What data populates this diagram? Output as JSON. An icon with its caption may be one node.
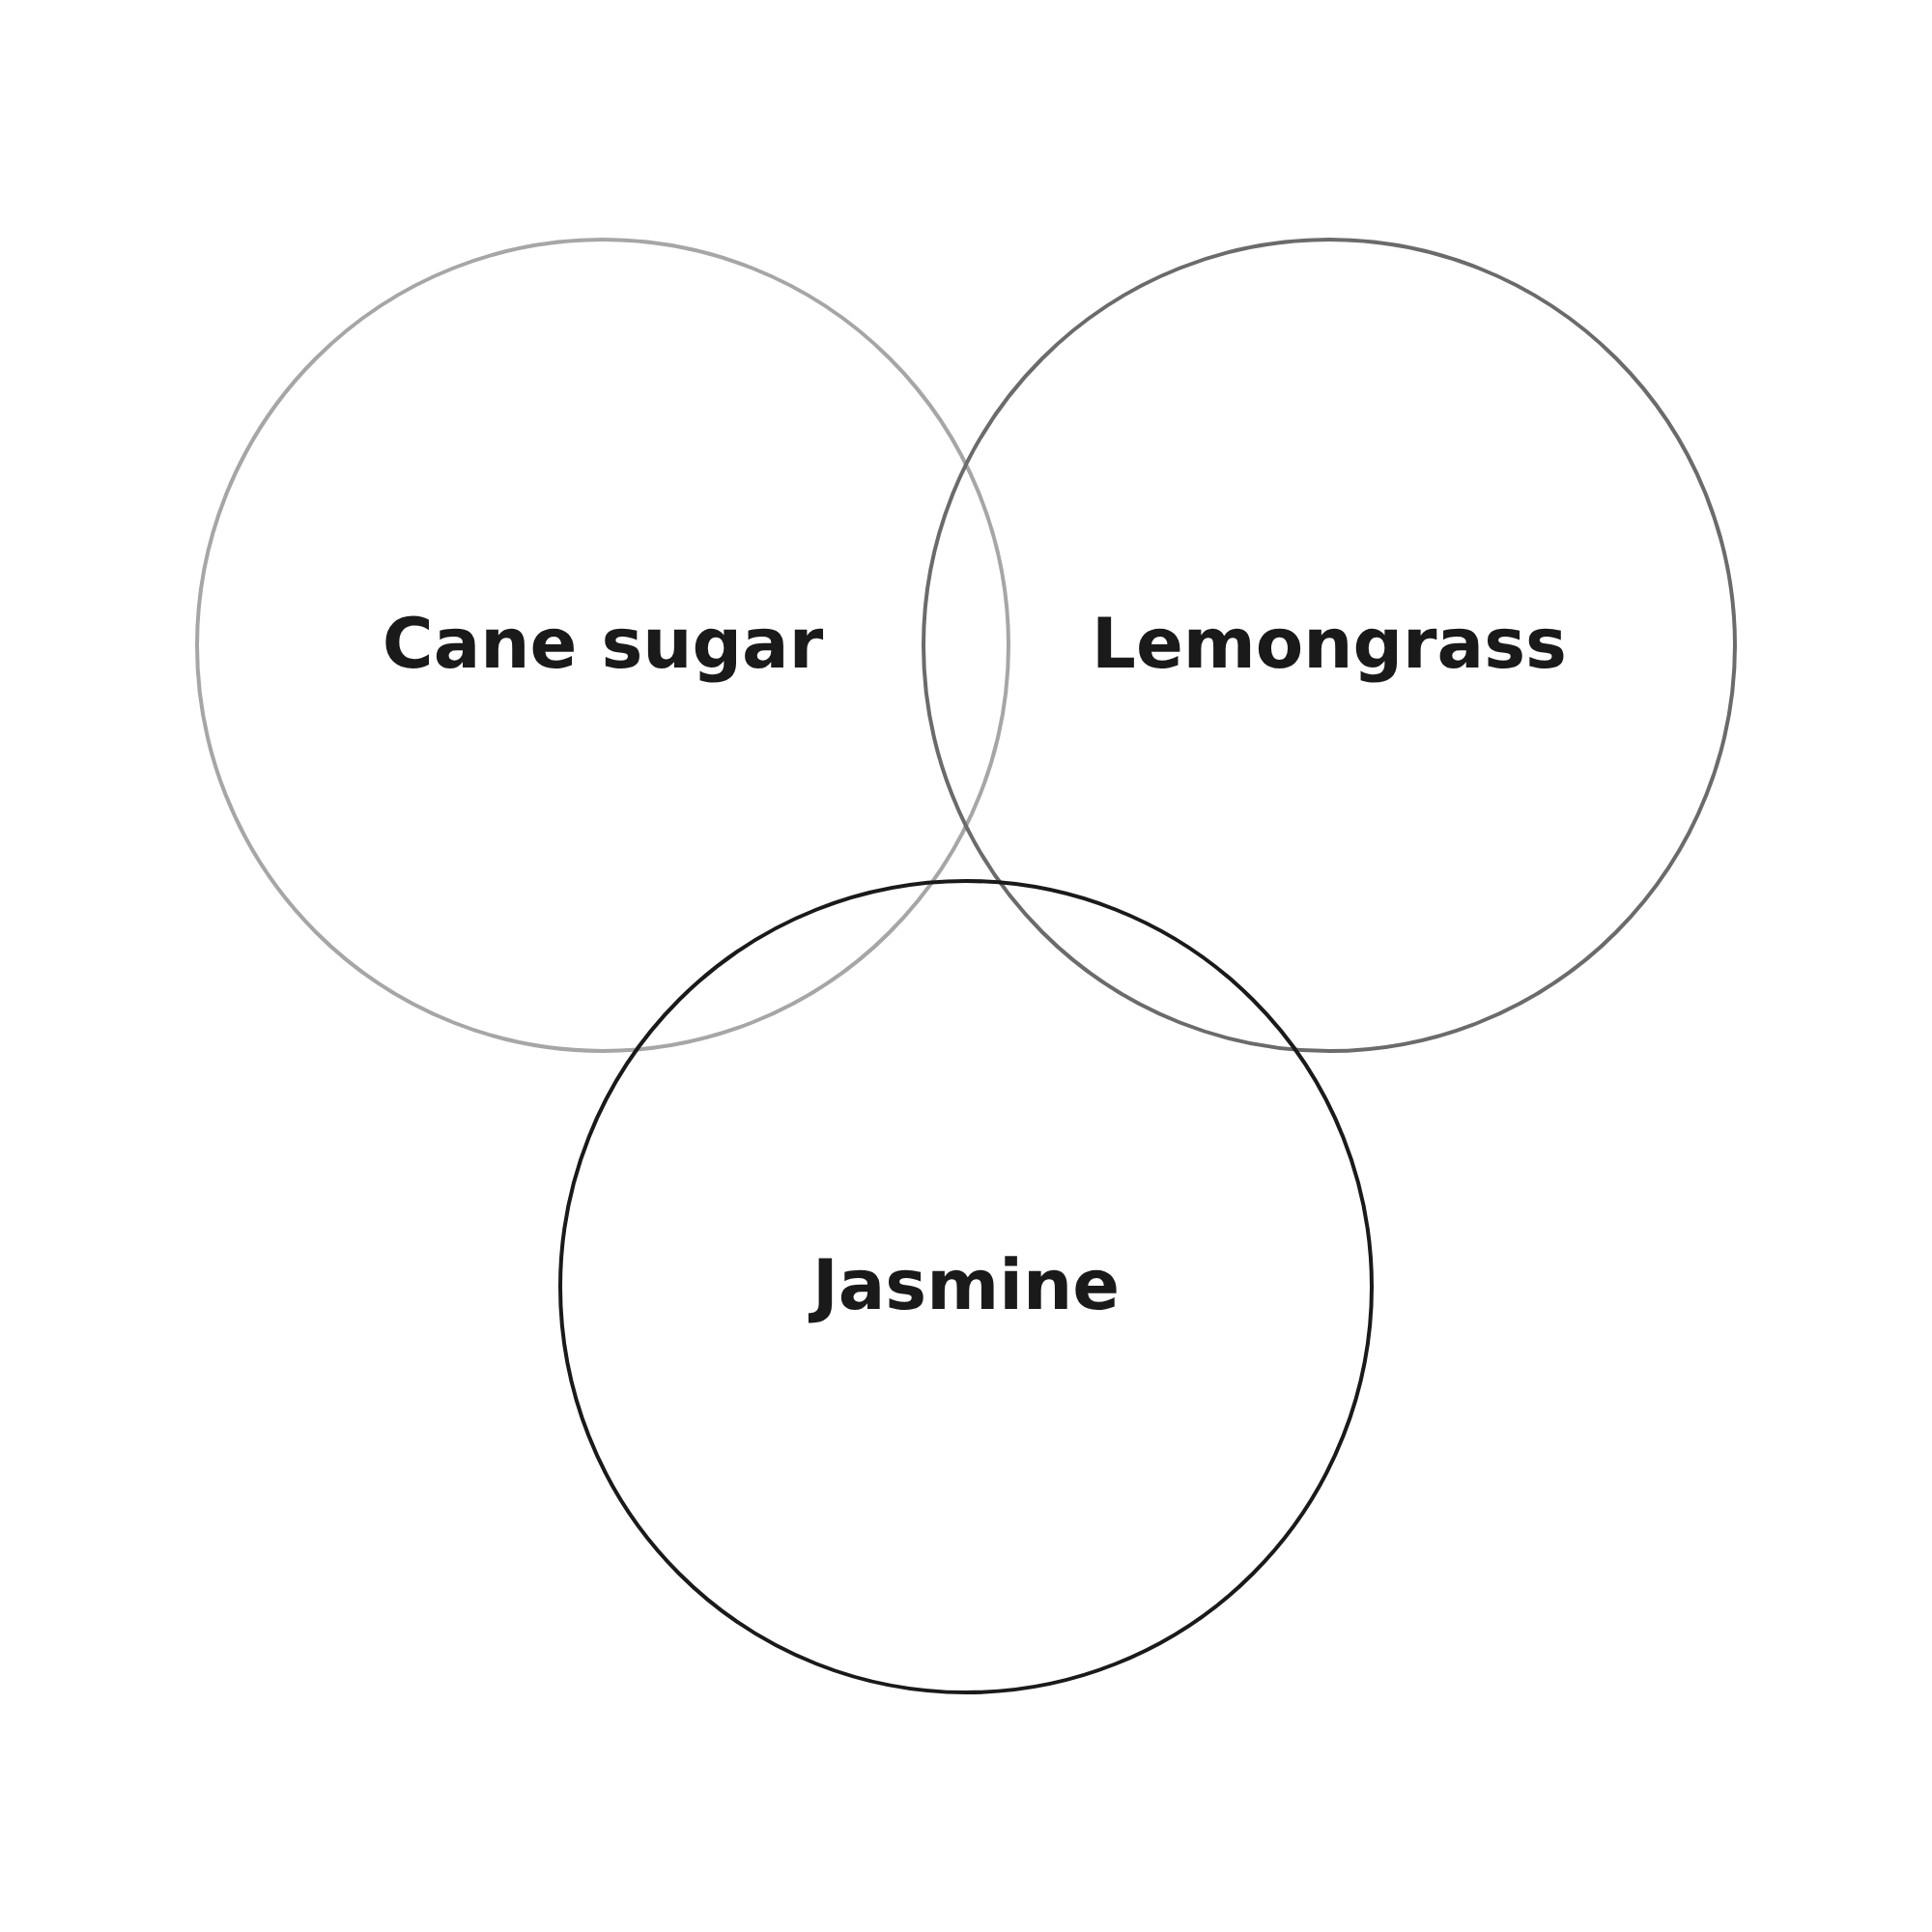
{
  "diagram": {
    "nodes": [
      {
        "text": [
          "Cane sugar"
        ]
      },
      {
        "text": [
          "Lemongrass"
        ]
      },
      {
        "text": [
          "Jasmine"
        ]
      }
    ],
    "edges": []
  }
}
